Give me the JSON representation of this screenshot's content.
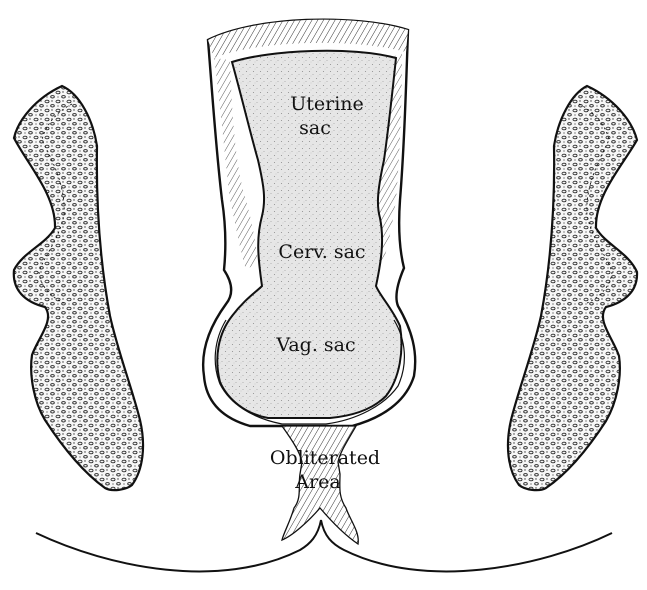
{
  "figure": {
    "labels": {
      "uterine_line1": "Uterine",
      "uterine_line2": "sac",
      "cervical": "Cerv. sac",
      "vaginal": "Vag. sac",
      "obliterated_line1": "Obliterated",
      "obliterated_line2": "Area"
    }
  },
  "colors": {
    "ink": "#111111",
    "sac_fill": "#e6e6e6",
    "bone_fill": "#f4f4f4",
    "paper": "#ffffff"
  }
}
